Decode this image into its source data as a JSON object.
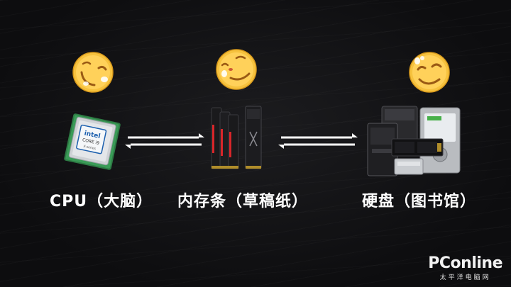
{
  "items": [
    {
      "label": "CPU（大脑）",
      "component": "cpu-chip"
    },
    {
      "label": "内存条（草稿纸）",
      "component": "ram-sticks"
    },
    {
      "label": "硬盘（图书馆）",
      "component": "storage-drives"
    }
  ],
  "cpu": {
    "brand": "intel",
    "line": "CORE i9",
    "series": "X-series"
  },
  "watermark": {
    "logo": "PConline",
    "sub": "太平洋电脑网"
  },
  "colors": {
    "background": "#101012",
    "text": "#ffffff",
    "emoji_face": "#f6c23e",
    "ram_accent": "#d8262a"
  }
}
